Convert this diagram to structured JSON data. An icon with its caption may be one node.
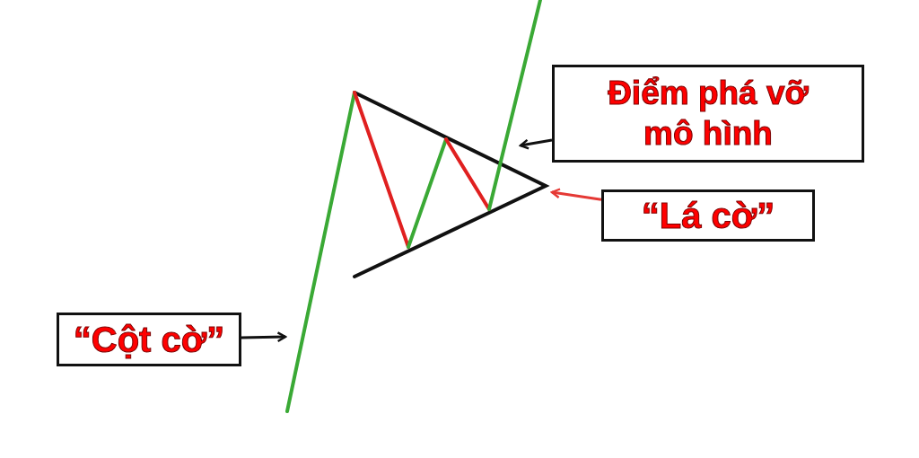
{
  "diagram": {
    "nodes": [
      {
        "text": [
          "Điểm phá vỡ mô hình"
        ]
      },
      {
        "text": [
          "“Lá cờ”"
        ]
      },
      {
        "text": [
          "“Cột cờ”"
        ]
      }
    ],
    "edges": [
      {
        "from": 0,
        "to": null,
        "arrow": "to"
      },
      {
        "from": 1,
        "to": null,
        "arrow": "to",
        "color": "#e53935"
      },
      {
        "from": 2,
        "to": null,
        "arrow": "to"
      }
    ]
  }
}
